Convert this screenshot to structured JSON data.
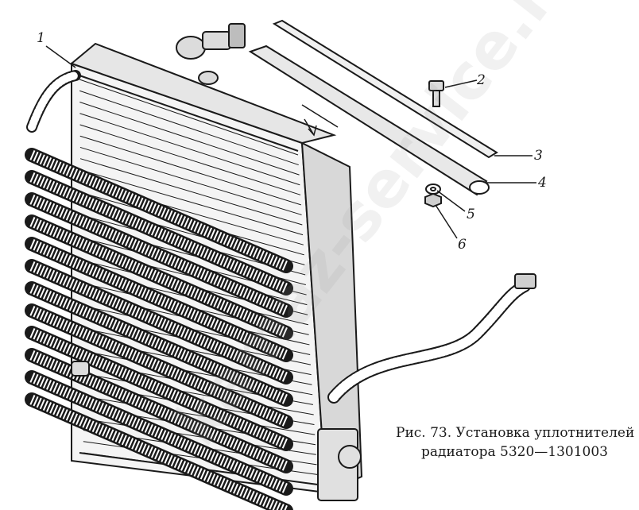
{
  "callouts": {
    "c1": "1",
    "c2": "2",
    "c3": "3",
    "c4": "4",
    "c5": "5",
    "c6": "6"
  },
  "caption": {
    "line1": "Рис. 73. Установка уплотнителей",
    "line2": "радиатора 5320—1301003"
  },
  "watermark": {
    "text": "kamaz-service.ru"
  },
  "colors": {
    "ink": "#1a1a1a",
    "paper": "#ffffff"
  }
}
